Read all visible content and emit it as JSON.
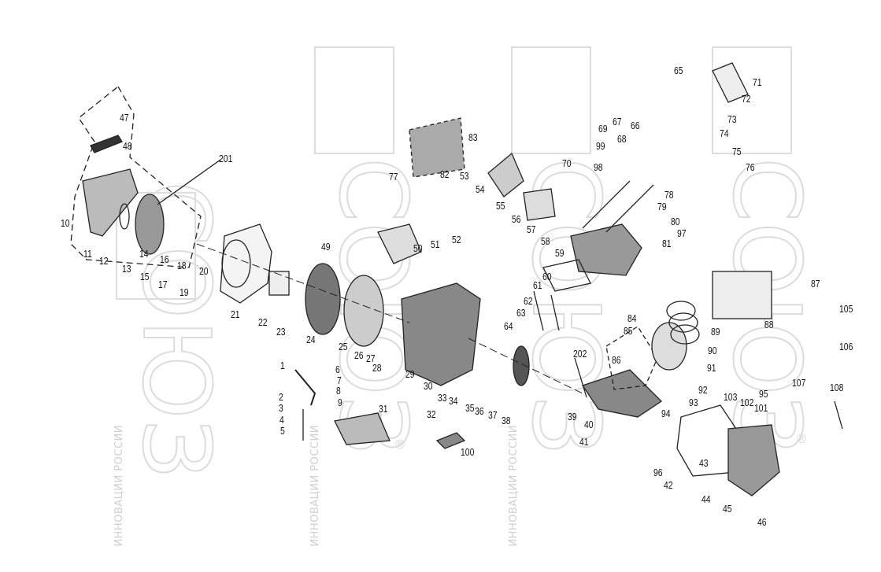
{
  "diagram": {
    "title": "Exploded parts diagram (engine)",
    "watermark": {
      "brand": "СОЮЗ",
      "tagline": "ИННОВАЦИИ РОССИИ",
      "registered": "®"
    },
    "part_labels": [
      "47",
      "48",
      "201",
      "10",
      "11",
      "12",
      "13",
      "14",
      "15",
      "16",
      "17",
      "18",
      "19",
      "20",
      "21",
      "22",
      "23",
      "24",
      "25",
      "26",
      "27",
      "28",
      "29",
      "30",
      "31",
      "32",
      "33",
      "34",
      "35",
      "36",
      "37",
      "38",
      "39",
      "40",
      "41",
      "42",
      "43",
      "44",
      "45",
      "46",
      "49",
      "50",
      "51",
      "52",
      "53",
      "54",
      "55",
      "56",
      "57",
      "58",
      "59",
      "60",
      "61",
      "62",
      "63",
      "64",
      "65",
      "66",
      "67",
      "68",
      "69",
      "70",
      "71",
      "72",
      "73",
      "74",
      "75",
      "76",
      "77",
      "78",
      "79",
      "80",
      "81",
      "82",
      "83",
      "84",
      "85",
      "86",
      "87",
      "88",
      "89",
      "90",
      "91",
      "92",
      "93",
      "94",
      "95",
      "96",
      "97",
      "98",
      "99",
      "100",
      "101",
      "102",
      "103",
      "105",
      "106",
      "107",
      "108",
      "1",
      "2",
      "3",
      "4",
      "5",
      "6",
      "7",
      "8",
      "9",
      "202"
    ]
  }
}
